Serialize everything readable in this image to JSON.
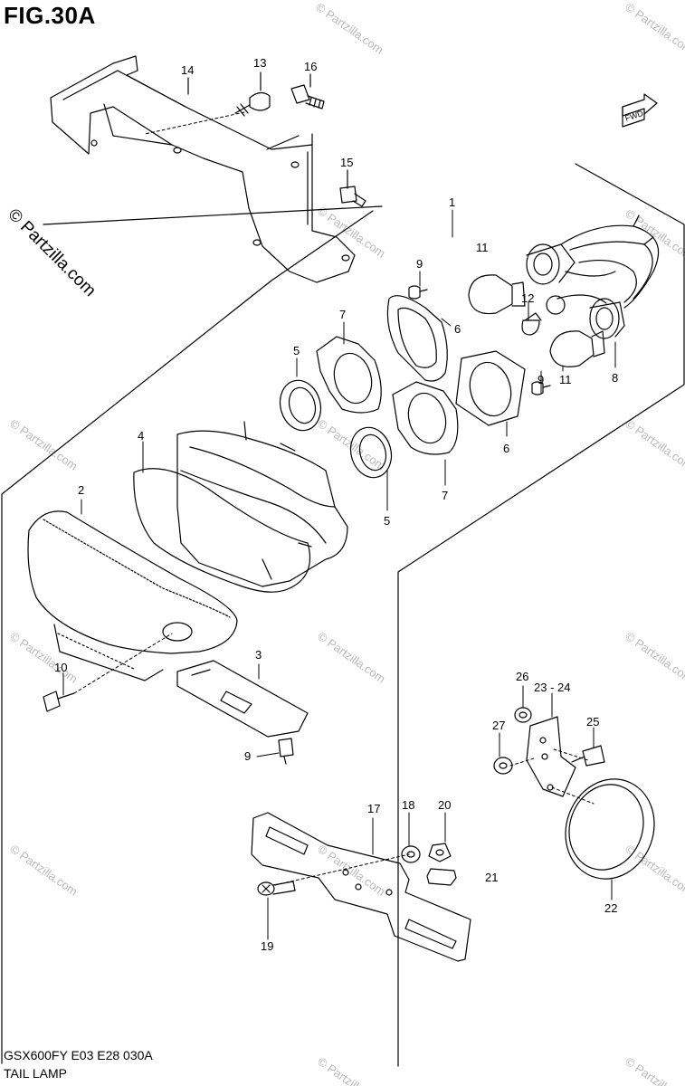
{
  "figure": {
    "title": "FIG.30A",
    "model_code": "GSX600FY E03 E28  030A",
    "section_name": "TAIL LAMP"
  },
  "direction_badge": {
    "label": "FWD",
    "icon": "arrow-icon"
  },
  "watermark": {
    "text": "© Partzilla.com"
  },
  "callouts": {
    "c1": "1",
    "c2": "2",
    "c3": "3",
    "c4": "4",
    "c5a": "5",
    "c5b": "5",
    "c6a": "6",
    "c6b": "6",
    "c7a": "7",
    "c7b": "7",
    "c8": "8",
    "c9a": "9",
    "c9b": "9",
    "c9c": "9",
    "c10": "10",
    "c11a": "11",
    "c11b": "11",
    "c12": "12",
    "c13": "13",
    "c14": "14",
    "c15": "15",
    "c16": "16",
    "c17": "17",
    "c18": "18",
    "c19": "19",
    "c20": "20",
    "c21": "21",
    "c22": "22",
    "c23": "23 - 24",
    "c25": "25",
    "c26": "26",
    "c27": "27"
  }
}
